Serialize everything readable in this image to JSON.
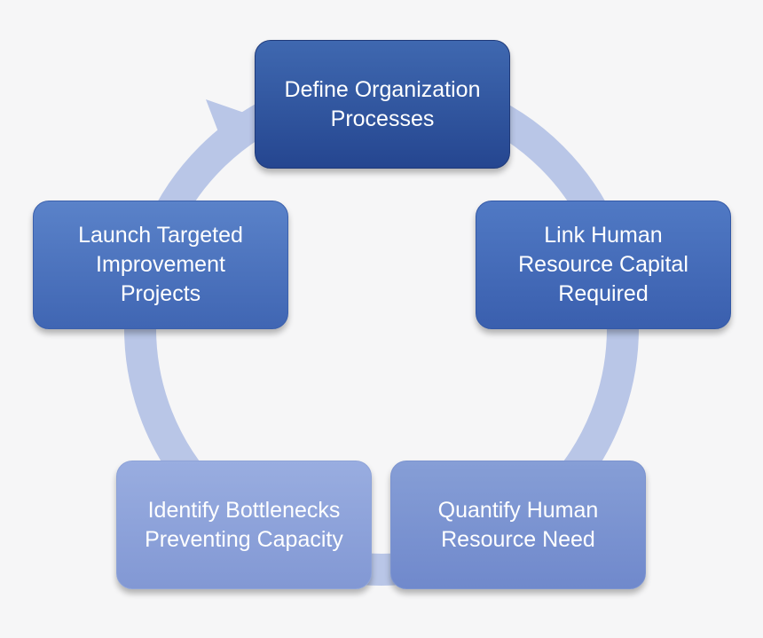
{
  "diagram": {
    "colors": {
      "background": "#f6f6f7",
      "cycle_arrow": "#b9c6e7",
      "text": "#ffffff"
    },
    "steps": [
      {
        "label_line1": "Define Organization",
        "label_line2": "Processes",
        "label_line3": ""
      },
      {
        "label_line1": "Link Human",
        "label_line2": "Resource Capital",
        "label_line3": "Required"
      },
      {
        "label_line1": "Quantify Human",
        "label_line2": "Resource Need",
        "label_line3": ""
      },
      {
        "label_line1": "Identify Bottlenecks",
        "label_line2": "Preventing Capacity",
        "label_line3": ""
      },
      {
        "label_line1": "Launch Targeted",
        "label_line2": "Improvement",
        "label_line3": "Projects"
      }
    ]
  }
}
